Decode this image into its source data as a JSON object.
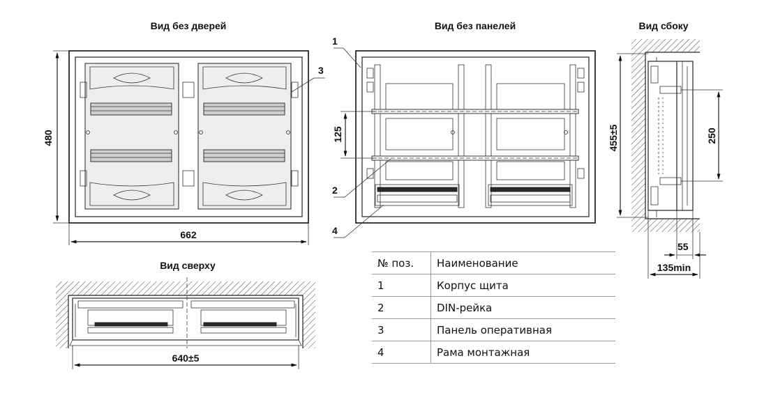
{
  "views": {
    "front": "Вид без дверей",
    "noPanels": "Вид без панелей",
    "side": "Вид сбоку",
    "top": "Вид сверху"
  },
  "dimensions": {
    "height": "480",
    "width": "662",
    "railPitch": "125",
    "sideHeight": "455±5",
    "mountHoles": "250",
    "depthSmall": "55",
    "depthMin": "135min",
    "topWidth": "640±5"
  },
  "callouts": [
    "1",
    "2",
    "3",
    "4"
  ],
  "table": {
    "header": [
      "№ поз.",
      "Наименование"
    ],
    "rows": [
      [
        "1",
        "Корпус щита"
      ],
      [
        "2",
        "DIN-рейка"
      ],
      [
        "3",
        "Панель оперативная"
      ],
      [
        "4",
        "Рама монтажная"
      ]
    ]
  }
}
